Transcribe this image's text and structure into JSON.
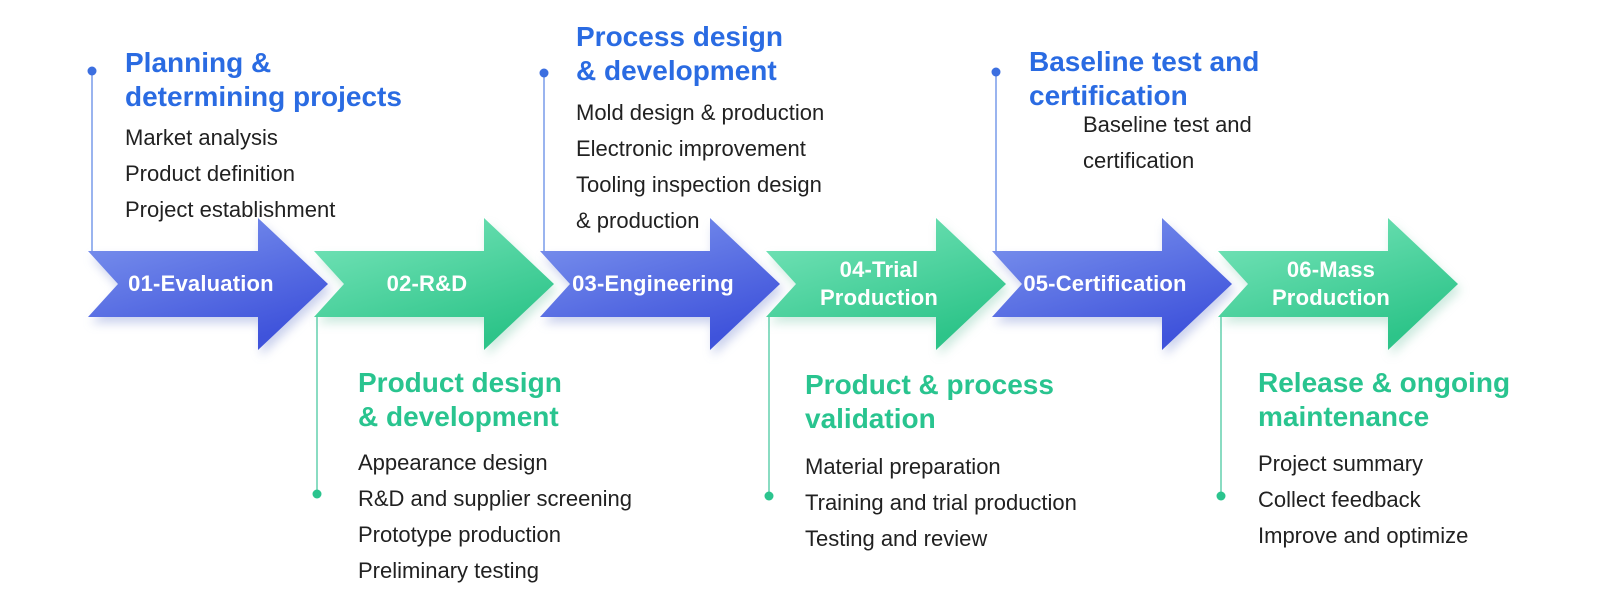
{
  "colors": {
    "blue_heading": "#2a6be2",
    "green_heading": "#29c48f",
    "body_text": "#212121",
    "arrow_label_text": "#ffffff",
    "blue_arrow_gradient_start": "#8098ef",
    "blue_arrow_gradient_end": "#3f53db",
    "green_arrow_gradient_start": "#7be6bc",
    "green_arrow_gradient_end": "#2dc489",
    "blue_connector_line": "#9ab4ef",
    "blue_connector_dot": "#3c6fe0",
    "green_connector_line": "#8adcc2",
    "green_connector_dot": "#2bc48e"
  },
  "stages": [
    {
      "label": "01-Evaluation",
      "theme": "blue"
    },
    {
      "label": "02-R&D",
      "theme": "green"
    },
    {
      "label": "03-Engineering",
      "theme": "blue"
    },
    {
      "label": "04-Trial\nProduction",
      "theme": "green"
    },
    {
      "label": "05-Certification",
      "theme": "blue"
    },
    {
      "label": "06-Mass\nProduction",
      "theme": "green"
    }
  ],
  "callouts": [
    {
      "theme": "blue",
      "position": "top",
      "stage": "01-Evaluation",
      "title": "Planning &\ndetermining projects",
      "items": [
        "Market analysis",
        "Product definition",
        "Project establishment"
      ]
    },
    {
      "theme": "green",
      "position": "bottom",
      "stage": "02-R&D",
      "title": "Product design\n& development",
      "items": [
        "Appearance design",
        "R&D and supplier screening",
        "Prototype production",
        "Preliminary testing"
      ]
    },
    {
      "theme": "blue",
      "position": "top",
      "stage": "03-Engineering",
      "title": "Process design\n& development",
      "items": [
        "Mold design & production",
        "Electronic improvement",
        "Tooling inspection design\n& production"
      ]
    },
    {
      "theme": "green",
      "position": "bottom",
      "stage": "04-Trial Production",
      "title": "Product & process\nvalidation",
      "items": [
        "Material preparation",
        "Training and trial production",
        "Testing and review"
      ]
    },
    {
      "theme": "blue",
      "position": "top",
      "stage": "05-Certification",
      "title": "Baseline test and\ncertification",
      "items": [
        "Baseline test and\ncertification"
      ]
    },
    {
      "theme": "green",
      "position": "bottom",
      "stage": "06-Mass Production",
      "title": "Release & ongoing\nmaintenance",
      "items": [
        "Project summary",
        "Collect feedback",
        "Improve and optimize"
      ]
    }
  ]
}
